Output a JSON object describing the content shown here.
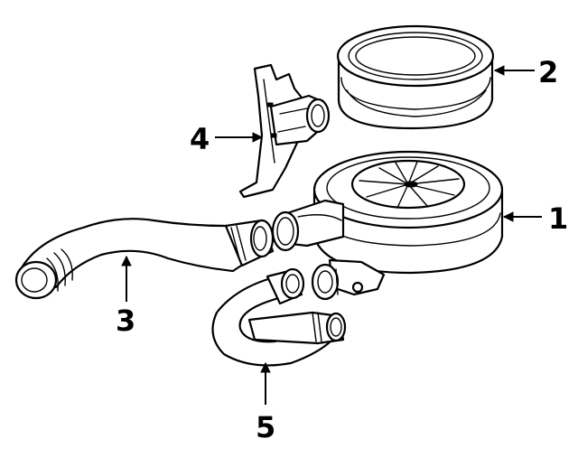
{
  "callouts": [
    {
      "id": "1",
      "label": "1",
      "part": "air-cleaner-housing"
    },
    {
      "id": "2",
      "label": "2",
      "part": "air-filter-element"
    },
    {
      "id": "3",
      "label": "3",
      "part": "intake-duct-hose"
    },
    {
      "id": "4",
      "label": "4",
      "part": "duct-bracket"
    },
    {
      "id": "5",
      "label": "5",
      "part": "u-hose"
    }
  ]
}
